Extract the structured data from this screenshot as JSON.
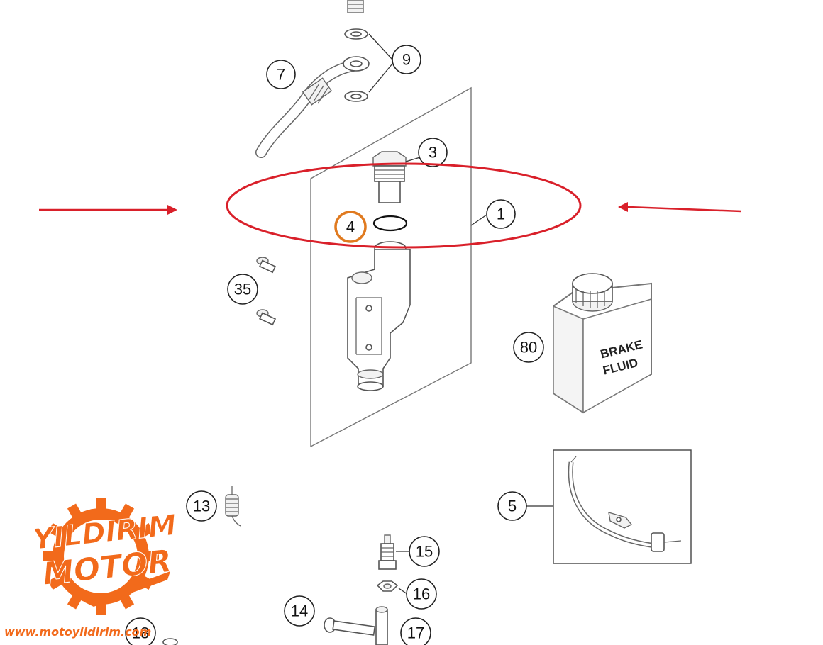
{
  "callouts": {
    "c1": "1",
    "c3": "3",
    "c4": "4",
    "c5": "5",
    "c7": "7",
    "c9": "9",
    "c13": "13",
    "c14": "14",
    "c15": "15",
    "c16": "16",
    "c17": "17",
    "c18": "18",
    "c35": "35",
    "c80": "80"
  },
  "bottle_label": {
    "line1": "BRAKE",
    "line2": "FLUID"
  },
  "logo": {
    "line1": "YILDIRIM",
    "line2": "MOTOR",
    "url": "www.motoyildirim.com"
  },
  "colors": {
    "highlight_red": "#d9202a",
    "logo_orange": "#f26a1b",
    "callout_highlight": "#e07a1f"
  }
}
